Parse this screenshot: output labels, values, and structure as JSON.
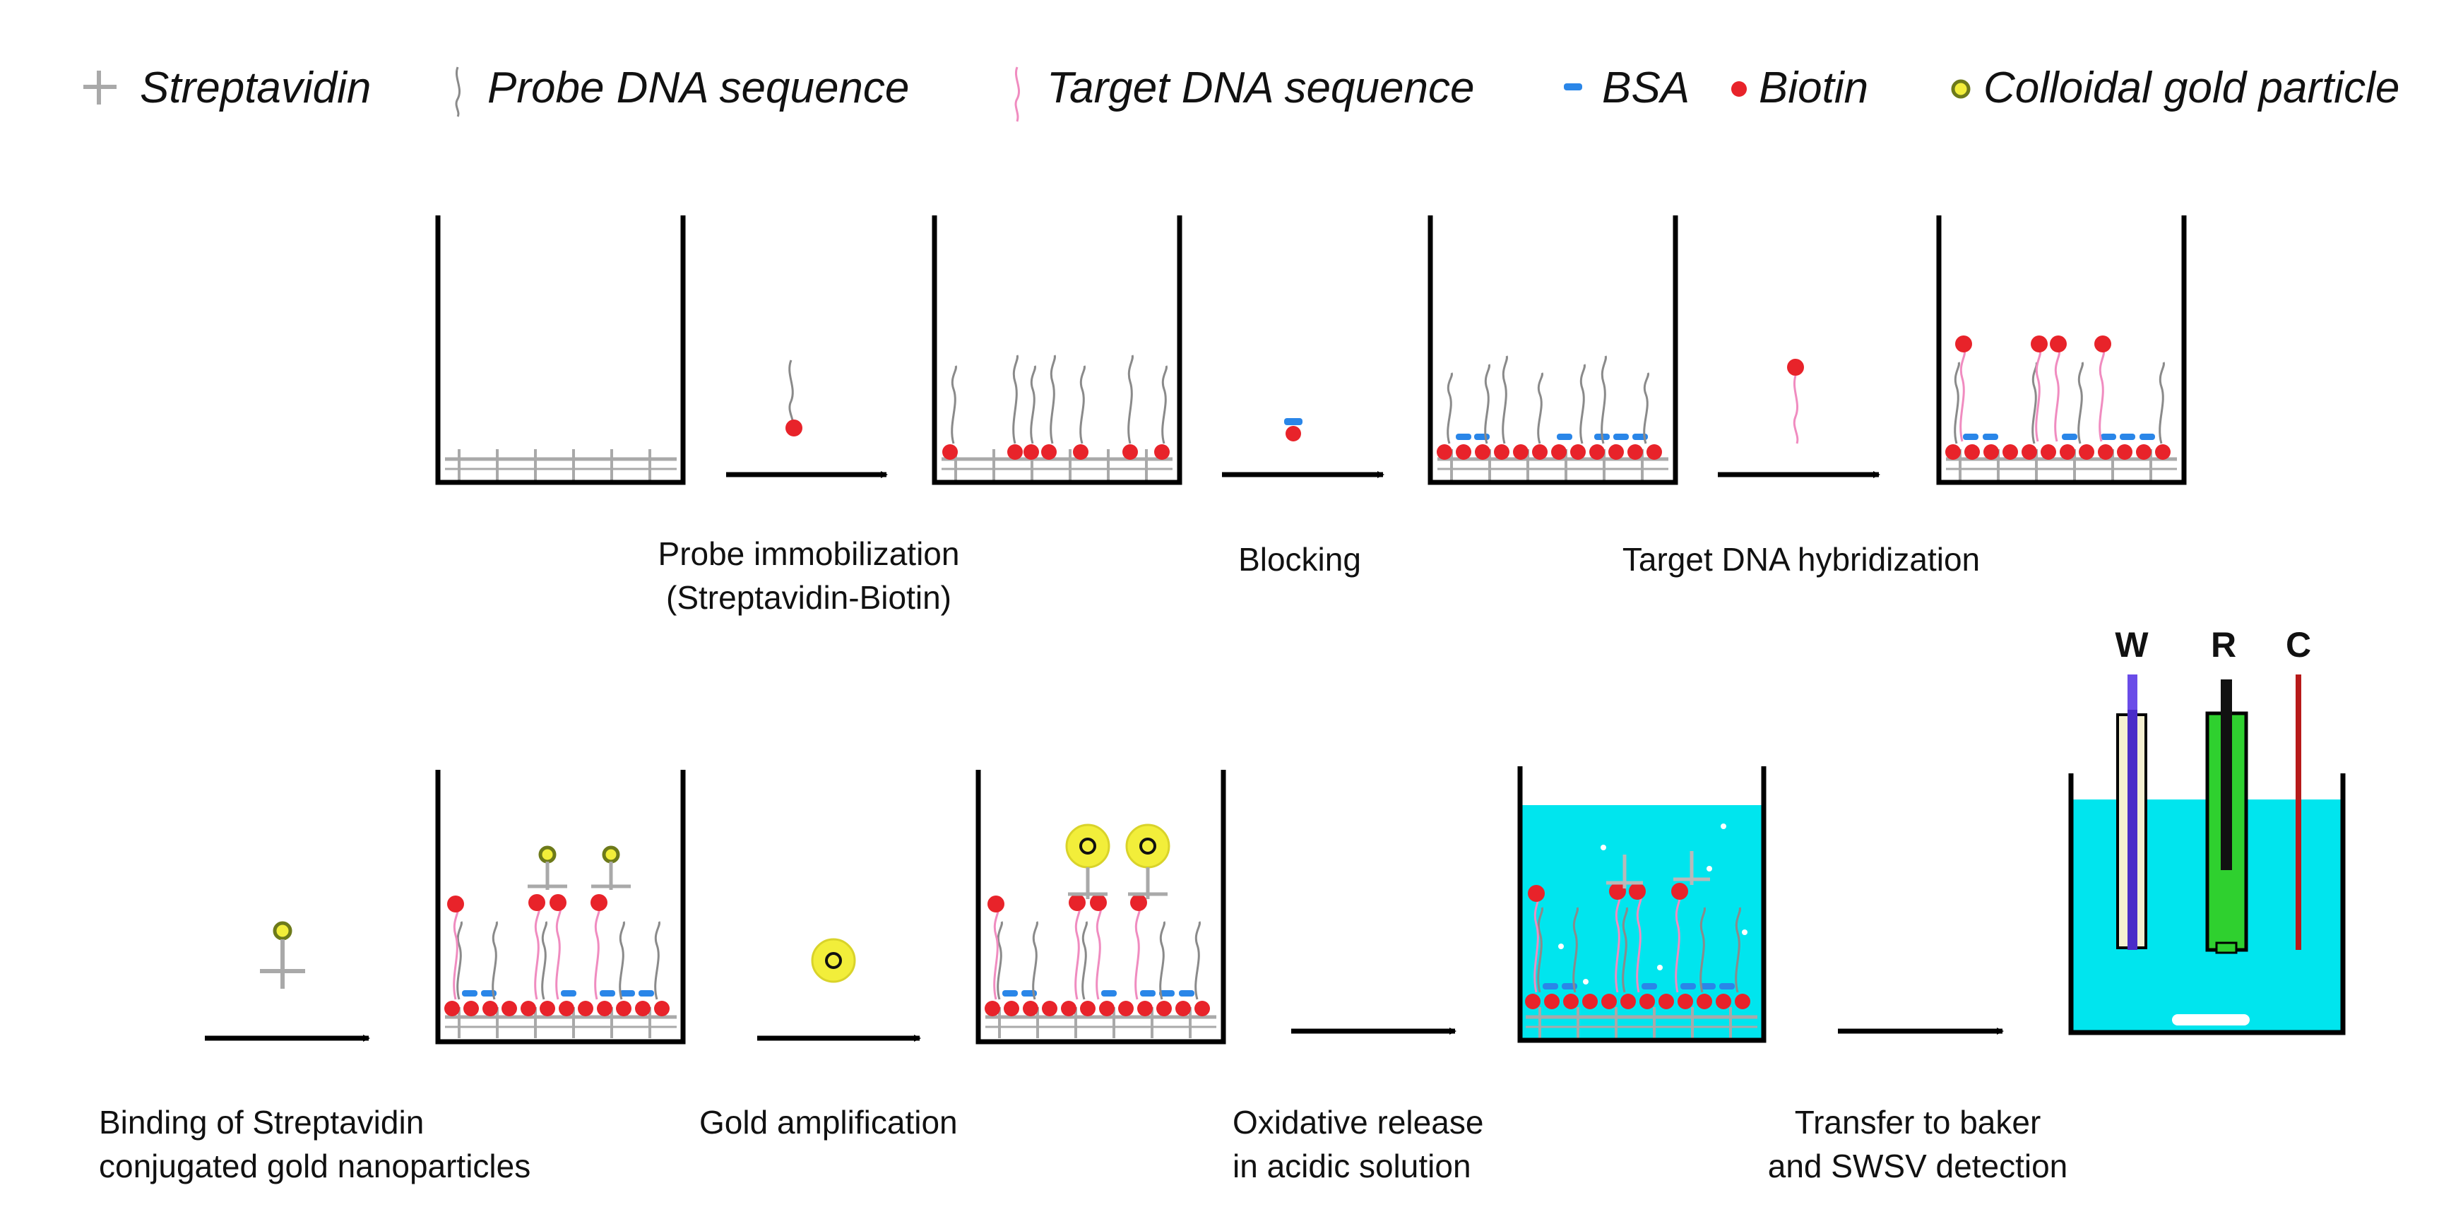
{
  "legend": {
    "streptavidin": "Streptavidin",
    "probe": "Probe DNA sequence",
    "target": "Target DNA sequence",
    "bsa": "BSA",
    "biotin": "Biotin",
    "gold": "Colloidal gold particle"
  },
  "steps": {
    "probe_line1": "Probe immobilization",
    "probe_line2": "(Streptavidin-Biotin)",
    "blocking": "Blocking",
    "hybridization": "Target DNA hybridization",
    "binding_line1": "Binding of Streptavidin",
    "binding_line2": "conjugated gold nanoparticles",
    "gold_amp": "Gold amplification",
    "oxidative_line1": "Oxidative release",
    "oxidative_line2": "in acidic solution",
    "transfer_line1": "Transfer to baker",
    "transfer_line2": "and SWSV detection"
  },
  "electrodes": {
    "working": "W",
    "reference": "R",
    "counter": "C"
  },
  "colors": {
    "biotin": "#e8232a",
    "bsa": "#2a86e8",
    "streptavidin": "#a9a9a9",
    "probe": "#8a8a8a",
    "target": "#f08cc0",
    "gold_fill": "#f2ee3a",
    "gold_stroke": "#6d7a1a",
    "solution": "#00e5ee",
    "electrode_w": "#4a2cc8",
    "electrode_r": "#2fd02f",
    "electrode_c": "#b81a1a"
  }
}
